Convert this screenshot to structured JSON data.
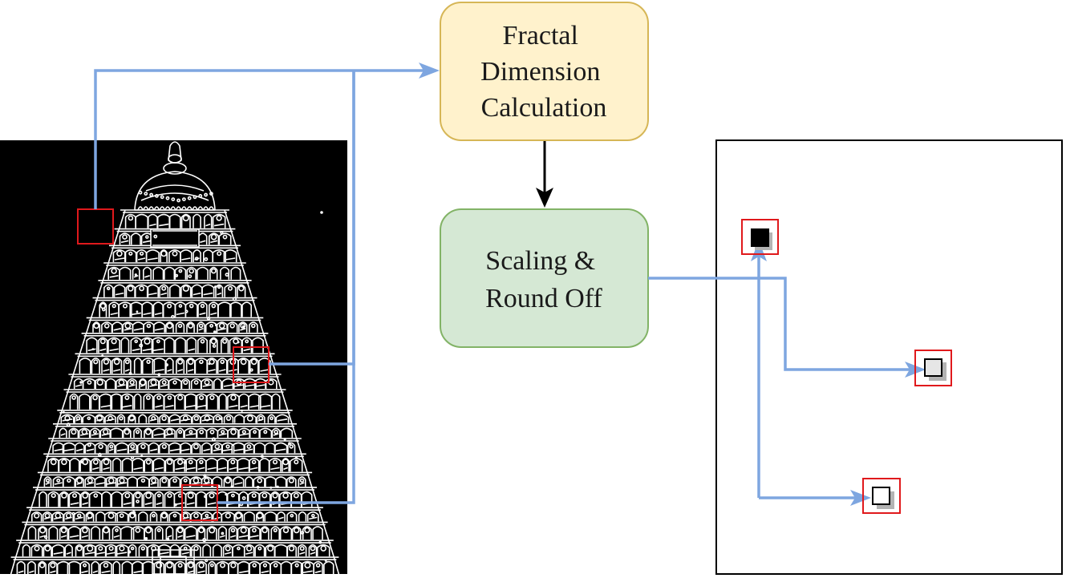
{
  "diagram": {
    "nodes": {
      "fractal": {
        "lines": [
          "Fractal",
          "Dimension",
          "Calculation"
        ],
        "fill": "#fff2cc",
        "stroke": "#d6b656"
      },
      "scaling": {
        "lines": [
          "Scaling &",
          "Round Off"
        ],
        "fill": "#d5e8d4",
        "stroke": "#82b366"
      }
    },
    "input_image": {
      "content": "edge-detected temple tower (gopuram)",
      "background": "#000000",
      "edges": "#ffffff"
    },
    "output_image": {
      "background": "#ffffff",
      "border": "#000000"
    },
    "output_patches": [
      {
        "shade": "#000000"
      },
      {
        "shade": "#e6e6e6"
      },
      {
        "shade": "#ffffff"
      }
    ],
    "colors": {
      "arrow": "#7ea6e0",
      "flow_arrow": "#000000",
      "highlight": "#e0191c",
      "shadow": "#b3b3b3"
    }
  }
}
